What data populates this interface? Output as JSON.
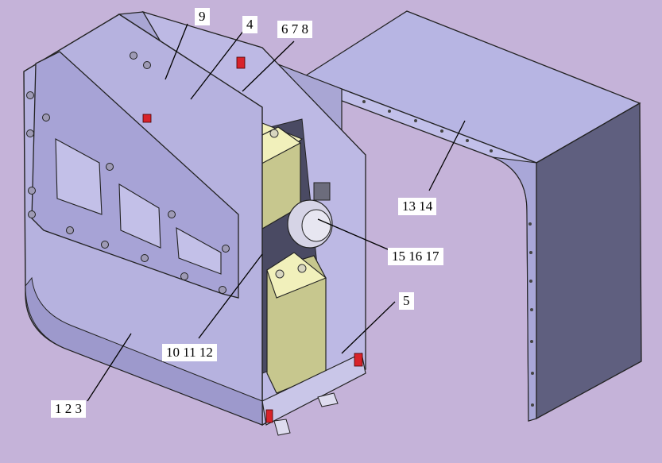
{
  "callouts": {
    "c9": "9",
    "c4": "4",
    "c678": "6 7 8",
    "c1314": "13 14",
    "c151617": "15 16 17",
    "c5": "5",
    "c101112": "10 11 12",
    "c123": "1 2 3"
  },
  "colors": {
    "background": "#c5b3d9",
    "housing": "#b9b5e0",
    "housing_dark": "#7d7ab0",
    "battery": "#f1f0bb",
    "battery_side": "#c7c78e",
    "red_clip": "#d8232a"
  }
}
